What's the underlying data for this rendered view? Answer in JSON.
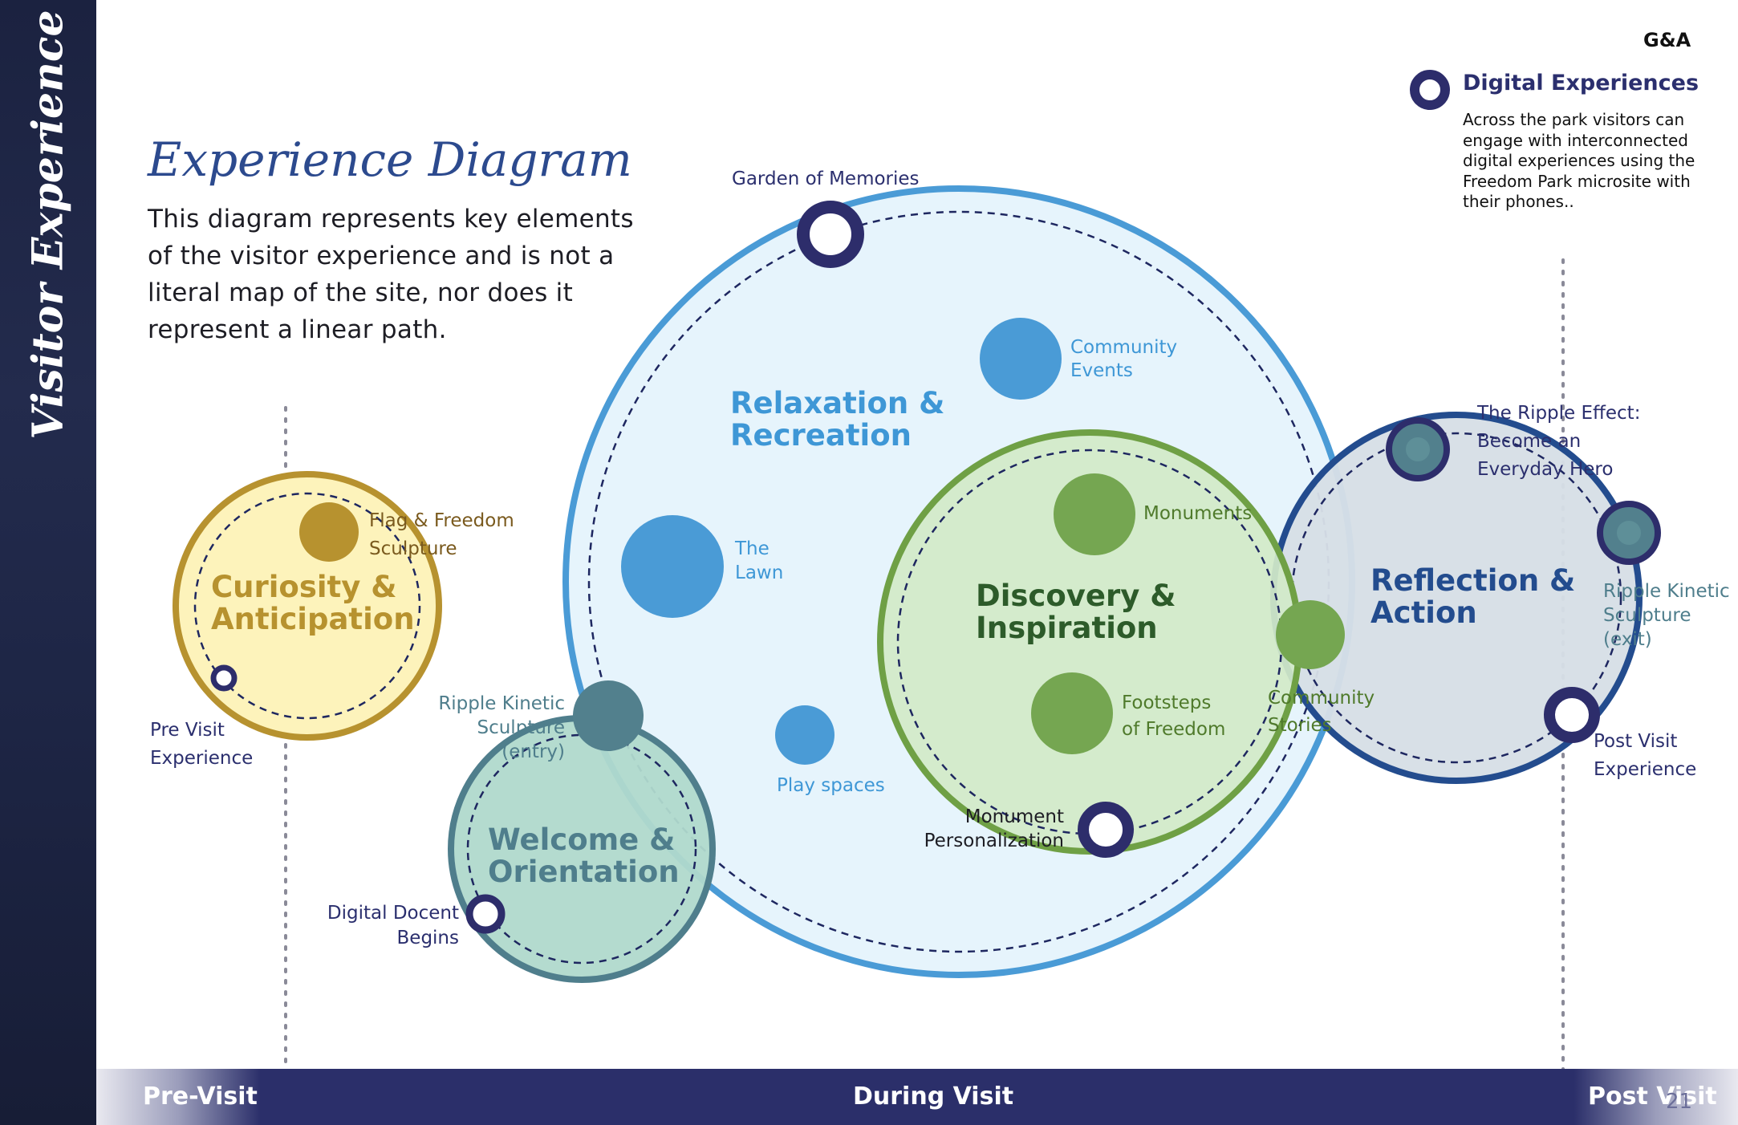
{
  "sidebar": {
    "title": "Visitor Experience"
  },
  "header": {
    "title": "Experience Diagram",
    "intro": "This diagram represents key elements of the visitor experience and is not a literal map of the site, nor does it represent a linear path.",
    "brand": "G&A"
  },
  "legend": {
    "title": "Digital Experiences",
    "description": "Across the park visitors can engage with interconnected digital experiences using the Freedom Park microsite with their phones..",
    "icon": "ring-icon"
  },
  "zones": {
    "curiosity": {
      "name": "Curiosity & Anticipation",
      "color": "#b7922f",
      "fill": "#fdf3bb"
    },
    "welcome": {
      "name": "Welcome & Orientation",
      "color": "#4f7e8c",
      "fill": "#b0d9cc"
    },
    "relaxation": {
      "name": "Relaxation & Recreation",
      "color": "#4a9bd6",
      "fill": "#e6f4fc"
    },
    "discovery": {
      "name": "Discovery & Inspiration",
      "color": "#6fa045",
      "fill": "#d2eac8"
    },
    "reflection": {
      "name": "Reflection & Action",
      "color": "#234c8e",
      "fill": "#d6dfe6"
    }
  },
  "labels": {
    "flag_sculpture": "Flag & Freedom\nSculpture",
    "pre_visit_experience": "Pre Visit\nExperience",
    "ripple_entry": "Ripple Kinetic\nSculpture\n(entry)",
    "digital_docent": "Digital Docent\nBegins",
    "garden_of_memories": "Garden of Memories",
    "community_events": "Community\nEvents",
    "the_lawn": "The\nLawn",
    "play_spaces": "Play spaces",
    "monuments": "Monuments",
    "footsteps": "Footsteps\nof Freedom",
    "monument_personalization": "Monument\nPersonalization",
    "community_stories": "Community\nStories",
    "ripple_effect": "The Ripple Effect:\nBecome an\nEveryday Hero",
    "ripple_exit": "Ripple Kinetic\nSculpture\n(exit)",
    "post_visit_experience": "Post Visit\nExperience"
  },
  "timeline": {
    "pre": "Pre-Visit",
    "during": "During Visit",
    "post": "Post Visit",
    "page_number": "21"
  },
  "colors": {
    "navy": "#2b2f6a",
    "ring": "#2d2d6b",
    "title_blue": "#2c4a8e"
  }
}
